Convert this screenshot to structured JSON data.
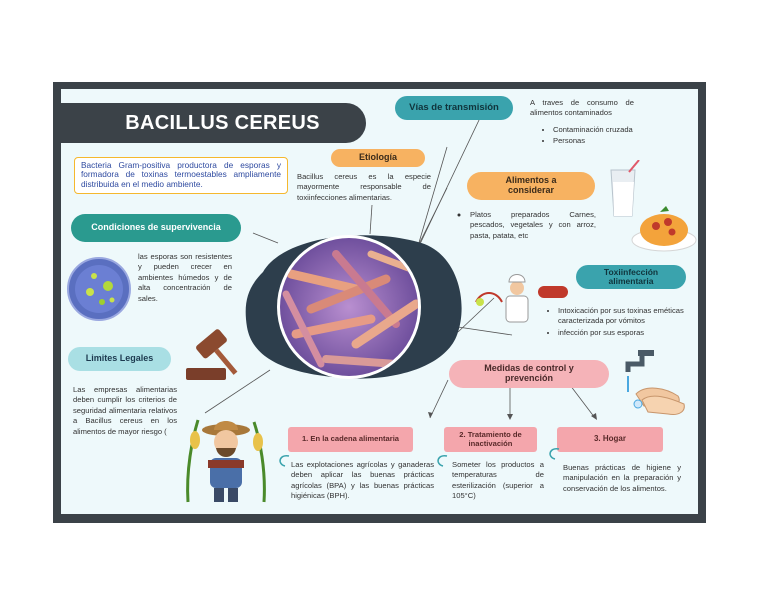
{
  "title": "BACILLUS CEREUS",
  "intro": "Bacteria Gram-positiva productora de esporas y formadora de toxinas termoestables ampliamente distribuida en el medio ambiente.",
  "etiologia": {
    "label": "Etiología",
    "text": "Bacillus cereus es la especie mayormente responsable de toxiinfecciones alimentarias."
  },
  "vias": {
    "label": "Vías de transmisión",
    "text": "A traves de consumo de alimentos contaminados",
    "items": [
      "Contaminación cruzada",
      "Personas"
    ]
  },
  "alimentos": {
    "label": "Alimentos a considerar",
    "text": "Platos preparados Carnes, pescados, vegetales y con arroz, pasta, patata, etc"
  },
  "condiciones": {
    "label": "Condiciones de supervivencia",
    "text": "las esporas son resistentes y pueden crecer en ambientes húmedos y de alta concentración de sales."
  },
  "limites": {
    "label": "Limites Legales",
    "text": "Las empresas alimentarias deben cumplir los criterios de seguridad alimentaria relativos a Bacillus cereus en los alimentos de mayor riesgo ("
  },
  "toxiinfeccion": {
    "label": "Toxiinfección alimentaria",
    "items": [
      "Intoxicación por sus toxinas eméticas caracterizada por vómitos",
      "infección por sus esporas"
    ]
  },
  "medidas": {
    "label": "Medidas de control y prevención",
    "steps": [
      {
        "label": "1. En la cadena alimentaria",
        "text": "Las explotaciones agrícolas y ganaderas deben aplicar las buenas prácticas agrícolas (BPA) y las buenas prácticas higiénicas (BPH)."
      },
      {
        "label": "2. Tratamiento de inactivación",
        "text": "Someter los productos a temperaturas de esterilización (superior a 105°C)"
      },
      {
        "label": "3. Hogar",
        "text": "Buenas prácticas de higiene y manipulación en la preparación y conservación de los alimentos."
      }
    ]
  },
  "colors": {
    "frame": "#3b4248",
    "background": "#eef9fb",
    "teal": "#2a9a8f",
    "light_teal": "#a9dfe4",
    "orange": "#f7b261",
    "pink": "#f5b3b8",
    "intro_text": "#2e4aa0",
    "intro_border": "#f5b82e"
  },
  "icons": [
    "bacteria-microscope-image",
    "petri-dish-icon",
    "gavel-icon",
    "milk-glass-icon",
    "spaghetti-plate-icon",
    "chef-icon",
    "faucet-handwash-icon",
    "farmer-icon",
    "curl-arrow-icon"
  ]
}
